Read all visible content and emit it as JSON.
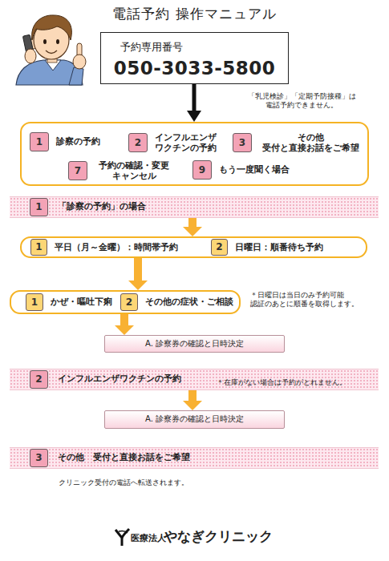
{
  "diagram": {
    "title": "電話予約 操作マニュアル",
    "nodes": [
      {
        "text": [
          "予約専用番号",
          "050-3033-5800"
        ]
      },
      {
        "text": []
      },
      {
        "text": [
          "1",
          "診察の予約"
        ],
        "in": 1
      },
      {
        "text": [
          "2",
          "インフルエンザ ワクチンの予約"
        ],
        "in": 1
      },
      {
        "text": [
          "3",
          "その他 受付と直接お話をご希望"
        ],
        "in": 1
      },
      {
        "text": [
          "7",
          "予約の確認・変更 キャンセル"
        ],
        "in": 1
      },
      {
        "text": [
          "9",
          "もう一度聞く場合"
        ],
        "in": 1
      },
      {
        "text": [
          "「診察の予約」の場合"
        ]
      },
      {
        "text": [
          "1"
        ],
        "in": 7
      },
      {
        "text": []
      },
      {
        "text": [
          "1",
          "平日（月～金曜）：時間帯予約"
        ],
        "in": 9
      },
      {
        "text": [
          "2",
          "日曜日：順番待ち予約"
        ],
        "in": 9
      },
      {
        "text": []
      },
      {
        "text": [
          "1",
          "かぜ・嘔吐下痢"
        ],
        "in": 12
      },
      {
        "text": [
          "2",
          "その他の症状・ご相談"
        ],
        "in": 12
      },
      {
        "text": [
          "A. 診察券の確認と日時決定"
        ]
      },
      {
        "text": [
          "インフルエンザワクチンの予約",
          "＊在庫がない場合は予約がとれません。"
        ]
      },
      {
        "text": [
          "2"
        ],
        "in": 16
      },
      {
        "text": [
          "A. 診察券の確認と日時決定"
        ]
      },
      {
        "text": [
          "その他　受付と直接お話をご希望"
        ]
      },
      {
        "text": [
          "3"
        ],
        "in": 19
      }
    ],
    "edges": [
      {
        "from": 0,
        "to": 1,
        "arrow": "to"
      },
      {
        "from": 7,
        "to": 9,
        "arrow": "to"
      },
      {
        "from": 9,
        "to": 12,
        "arrow": "to"
      },
      {
        "from": 12,
        "to": 15,
        "arrow": "to"
      },
      {
        "from": 16,
        "to": 18,
        "arrow": "to"
      }
    ],
    "labels": [
      "「乳児検診」「定期予防接種」は 電話予約できません。",
      "＊日曜日は当日のみ予約可能 認証のあとに順番を取得します。",
      "クリニック受付の電話へ転送されます。",
      "医療法人",
      "やなぎクリニック"
    ]
  }
}
